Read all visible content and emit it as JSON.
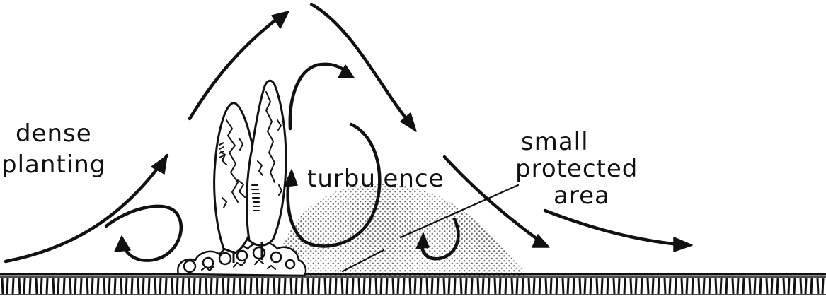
{
  "labels": {
    "dense_line1": "dense",
    "dense_line2": "planting",
    "turbulence": "turbulence",
    "small_line1": "small",
    "small_line2": "protected",
    "small_line3": "area"
  },
  "colors": {
    "ink": "#111111",
    "background": "#ffffff",
    "stipple": "#6a6a6a"
  },
  "icons": {
    "trees": "cypress-trees-icon",
    "shrubs": "shrub-cluster-icon",
    "ground": "ground-hatching"
  }
}
